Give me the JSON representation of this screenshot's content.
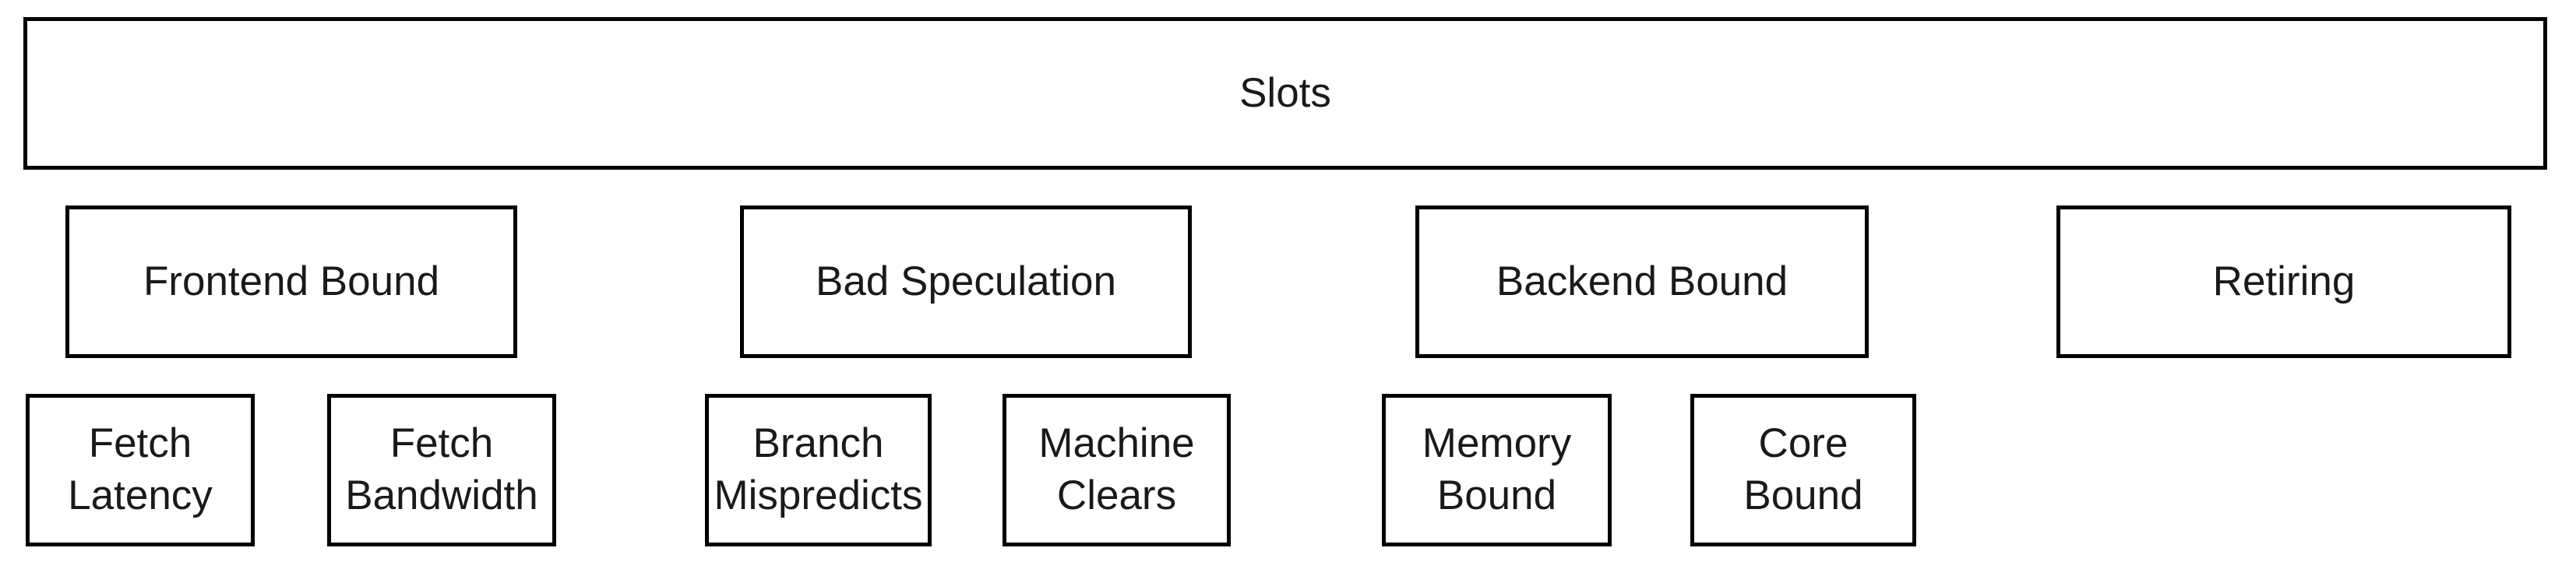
{
  "colors": {
    "page_bg": "#ffffff",
    "box_fill": "#ffffff",
    "border": "#000000",
    "text": "#1a1a1a"
  },
  "nodes": {
    "slots": {
      "label": "Slots"
    },
    "frontend_bound": {
      "label": "Frontend Bound"
    },
    "bad_speculation": {
      "label": "Bad Speculation"
    },
    "backend_bound": {
      "label": "Backend Bound"
    },
    "retiring": {
      "label": "Retiring"
    },
    "fetch_latency": {
      "label": "Fetch\nLatency"
    },
    "fetch_bandwidth": {
      "label": "Fetch\nBandwidth"
    },
    "branch_mispredicts": {
      "label": "Branch\nMispredicts"
    },
    "machine_clears": {
      "label": "Machine\nClears"
    },
    "memory_bound": {
      "label": "Memory\nBound"
    },
    "core_bound": {
      "label": "Core\nBound"
    }
  }
}
